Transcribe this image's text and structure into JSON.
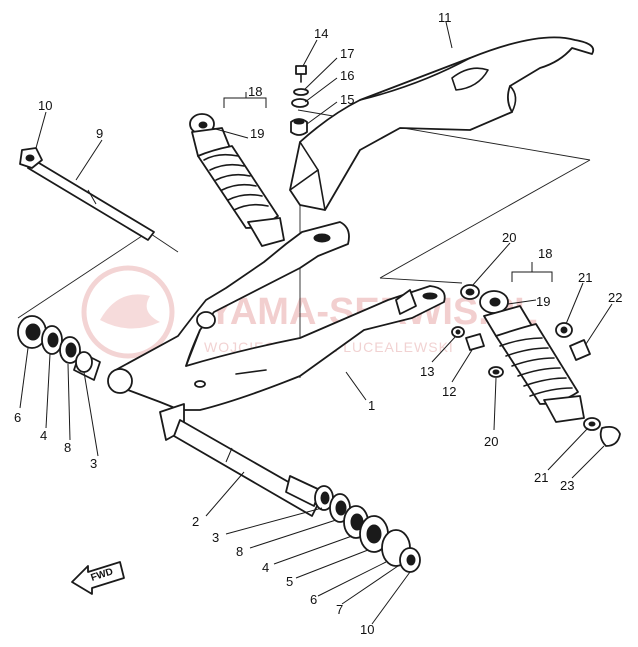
{
  "watermark": {
    "brand": "YAMA-SERWIS.PL",
    "subline": "WOJCIECHOWICZ LUCEALEWSKI"
  },
  "direction_marker": "FWD",
  "callouts": {
    "c14": "14",
    "c17": "17",
    "c16": "16",
    "c15": "15",
    "c11": "11",
    "c10a": "10",
    "c9": "9",
    "c18a": "18",
    "c19a": "19",
    "c20a": "20",
    "c18b": "18",
    "c21a": "21",
    "c22": "22",
    "c19b": "19",
    "c13": "13",
    "c12": "12",
    "c1": "1",
    "c20b": "20",
    "c21b": "21",
    "c23": "23",
    "c6a": "6",
    "c4a": "4",
    "c8a": "8",
    "c3a": "3",
    "c2": "2",
    "c3b": "3",
    "c8b": "8",
    "c4b": "4",
    "c5": "5",
    "c6b": "6",
    "c7": "7",
    "c10b": "10"
  }
}
